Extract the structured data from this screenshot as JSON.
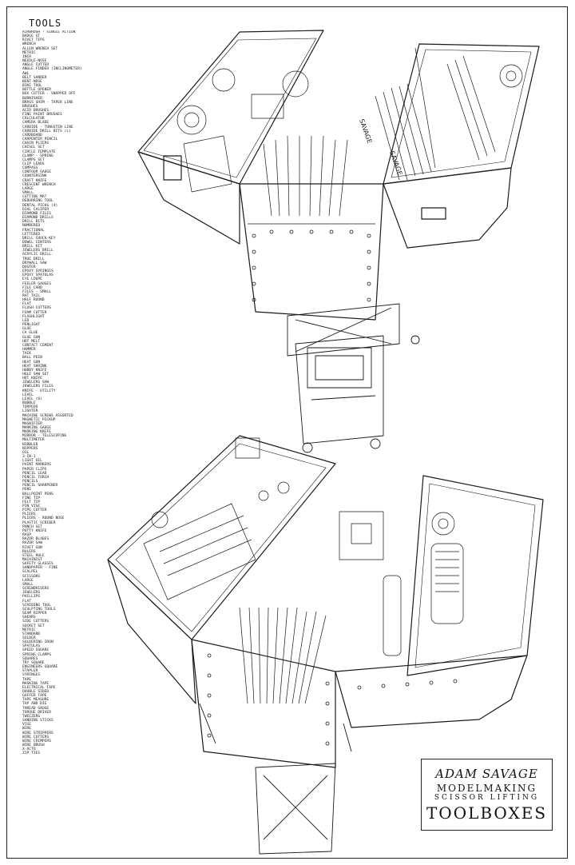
{
  "tools_header": "TOOLS",
  "tools": [
    "AIRBRUSH - SINGLE ACTION",
    "BADGE ST",
    "RIVET TIPS",
    "WRENCH",
    "ALLEN WRENCH SET",
    "METRIC",
    "INCH",
    "NEEDLE-NOSE",
    "ANGLE CUTTER",
    "ANGLE FINDER (INCLINOMETER)",
    "AWL",
    "BELT SANDER",
    "BENT-NOSE",
    "BIKE TOOL",
    "BOTTLE OPENER",
    "BOX CUTTER - SNAPPED OFF",
    "BURNISHER",
    "BRASS SHIM - TAPER LINE",
    "BRUSHES",
    "ACID BRUSHES",
    "FINE PAINT BRUSHES",
    "CALCULATOR",
    "CAMERA BLADE",
    "CARBIDE - TUNGSTEN LINE",
    "CARBIDE DRILL BITS (L)",
    "CARDBOARD",
    "CARPENTER PENCIL",
    "CHAIN PLIERS",
    "CHISEL SET",
    "CIRCLE TEMPLATE",
    "CLAMP - SPRING",
    "CLAMPS SET",
    "CLIP LEADS",
    "COMPASS",
    "CONTOUR GAUGE",
    "COUNTERSINK",
    "CRAFT KNIFE",
    "CRESCENT WRENCH",
    "LARGE",
    "SMALL",
    "CUTTING MAT",
    "DEBURRING TOOL",
    "DENTAL PICKS (4)",
    "DIAL CALIPER",
    "DIAMOND FILES",
    "DIAMOND DRILLS",
    "DRILL BITS",
    "NUMBERED",
    "FRACTIONAL",
    "LETTERED",
    "DRILL CHUCK KEY",
    "DOWEL CENTERS",
    "DRILL KIT",
    "JEWELERS DRILL",
    "ACRYLIC DRILL",
    "TRUE DRILL",
    "DRYWALL SAW",
    "DUSTER",
    "EPOXY SYRINGES",
    "EPOXY SPATULAS",
    "EYE LOUPE",
    "FEELER GAUGES",
    "FILE CARD",
    "FILES - SMALL",
    "RAT TAIL",
    "HALF ROUND",
    "FLAT",
    "FLUSH CUTTERS",
    "FOAM CUTTER",
    "FLASHLIGHT",
    "LED",
    "PENLIGHT",
    "GLUE",
    "CA GLUE",
    "GLUE GUN",
    "HOT MELT",
    "CONTACT CEMENT",
    "HAMMER",
    "TACK",
    "BALL PEEN",
    "HEAT GUN",
    "HEAT SHRINK",
    "HOBBY KNIFE",
    "HOLE SAW SET",
    "HOT KNIFE",
    "JEWELERS SAW",
    "JEWELERS FILES",
    "KNIFE - UTILITY",
    "LEVEL",
    "LEVEL (6)",
    "BUBBLE",
    "TORPEDO",
    "LIGHTER",
    "MACHINE SCREWS ASSORTED",
    "MAGNETIC PICKUP",
    "MAGNIFIER",
    "MARKING GAUGE",
    "MARKING KNIFE",
    "MIRROR - TELESCOPING",
    "MULTIMETER",
    "NIBBLER",
    "NIPPERS",
    "OIL",
    "3-IN-1",
    "LIGHT OIL",
    "PAINT MARKERS",
    "PAPER CLIPS",
    "PENCIL LEAD",
    "PENCIL TORCH",
    "PENCILS",
    "PENCIL SHARPENER",
    "PENS",
    "BALLPOINT PENS",
    "FINE TIP",
    "FELT TIP",
    "PIN VISE",
    "PIPE CUTTER",
    "PLIERS",
    "PLIERS - ROUND NOSE",
    "PLASTIC SCRIBER",
    "PUNCH SET",
    "PUTTY KNIFE",
    "RASP",
    "RAZOR BLADES",
    "RAZOR SAW",
    "RIVET GUN",
    "RULERS",
    "STEEL RULE",
    "MACHINIST",
    "SAFETY GLASSES",
    "SANDPAPER - FINE",
    "SCALPEL",
    "SCISSORS",
    "LARGE",
    "SMALL",
    "SCREWDRIVERS",
    "JEWELERS",
    "PHILLIPS",
    "FLAT",
    "SCRIBING TOOL",
    "SCULPTING TOOLS",
    "SEAM RIPPER",
    "SHEARS",
    "SIDE CUTTERS",
    "SOCKET SET",
    "METRIC",
    "STANDARD",
    "SOLDER",
    "SOLDERING IRON",
    "SPATULAS",
    "SPEED SQUARE",
    "SPRING CLAMPS",
    "SQUARES",
    "TRY SQUARE",
    "ENGINEERS SQUARE",
    "STAPLER",
    "SYRINGES",
    "TAPE",
    "MASKING TAPE",
    "ELECTRICAL TAPE",
    "DOUBLE SIDED",
    "GAFFER TAPE",
    "TAPE MEASURE",
    "TAP AND DIE",
    "THREAD GAUGE",
    "TORQUE DRIVER",
    "TWEEZERS",
    "SANDING STICKS",
    "VISE",
    "WIRE",
    "WIRE STRIPPERS",
    "WIRE CUTTERS",
    "WIRE CRIMPERS",
    "WIRE BRUSH",
    "X-ACTO",
    "ZIP TIES"
  ],
  "title_block": {
    "line1": "ADAM SAVAGE",
    "line2": "MODELMAKING",
    "line3": "SCISSOR LIFTING",
    "line4": "TOOLBOXES"
  },
  "drawing_labels": {
    "upper_tray_left": "SAVAGE",
    "upper_tray_right": "SAVAGE"
  },
  "ink_color": "#1a1a1a"
}
